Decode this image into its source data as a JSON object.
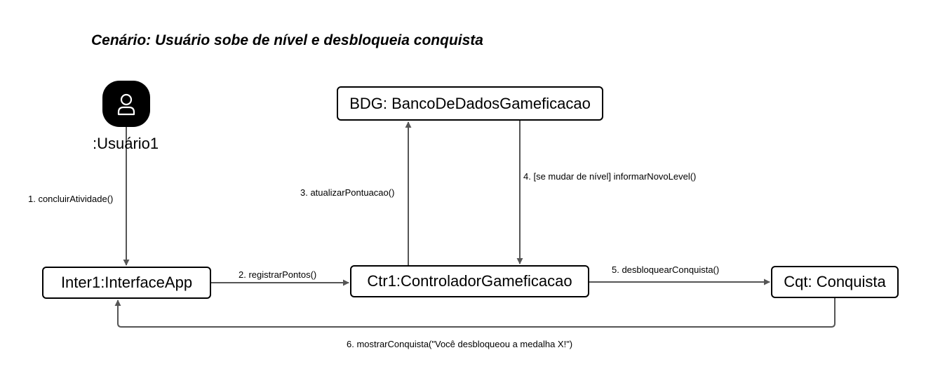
{
  "title": "Cenário: Usuário sobe de nível e desbloqueia conquista",
  "actor": {
    "label": ":Usuário1",
    "icon": "user-icon"
  },
  "objects": {
    "bdg": "BDG: BancoDeDadosGameficacao",
    "inter": "Inter1:InterfaceApp",
    "ctr": "Ctr1:ControladorGameficacao",
    "cqt": "Cqt: Conquista"
  },
  "messages": {
    "m1": "1. concluirAtividade()",
    "m2": "2. registrarPontos()",
    "m3": "3. atualizarPontuacao()",
    "m4": "4. [se mudar de nível] informarNovoLevel()",
    "m5": "5. desbloquearConquista()",
    "m6": "6. mostrarConquista(\"Você desbloqueou a medalha X!\")"
  },
  "colors": {
    "line": "#555555",
    "border": "#000000",
    "actor_fill": "#000000"
  }
}
